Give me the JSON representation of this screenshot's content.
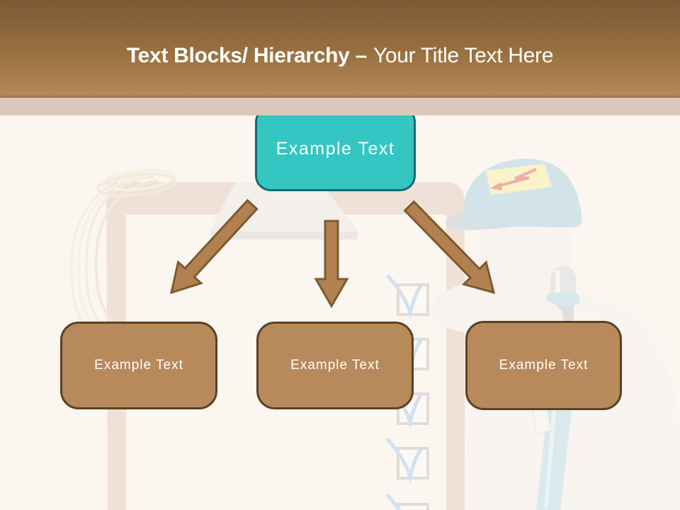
{
  "slide": {
    "header": {
      "title_bold": "Text Blocks/ Hierarchy –",
      "title_light": "Your Title Text Here"
    },
    "diagram": {
      "root": {
        "label": "Example Text"
      },
      "children": [
        {
          "label": "Example Text"
        },
        {
          "label": "Example Text"
        },
        {
          "label": "Example Text"
        }
      ]
    },
    "theme": {
      "header_gradient_top": "#7b5a35",
      "header_gradient_bottom": "#b6895b",
      "header_strip": "#dac9bc",
      "canvas_background": "#fbf6f0",
      "root_fill": "#33c6c2",
      "root_border": "#156a6e",
      "child_fill": "#b8895a",
      "child_border": "#5a4126",
      "arrow_fill": "#b2814f",
      "arrow_stroke": "#7c5a31",
      "title_text": "#ffffff"
    },
    "background": {
      "elements": [
        "clipboard-checklist",
        "coiled-cable-icon",
        "checkbox-checkmark-icons",
        "figure-with-cap-icon",
        "pen-icon"
      ]
    }
  }
}
